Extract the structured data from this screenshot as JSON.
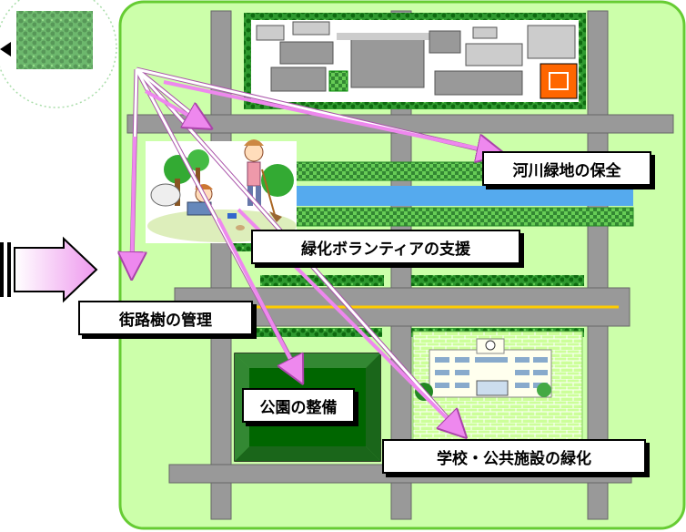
{
  "labels": {
    "river_green": "河川緑地の保全",
    "volunteer": "緑化ボランティアの支援",
    "street_trees": "街路樹の管理",
    "park": "公園の整備",
    "school": "学校・公共施設の緑化"
  },
  "colors": {
    "map_bg": "#ccffaa",
    "map_border": "#66cc33",
    "road": "#999999",
    "river": "#55aaee",
    "hedge": "#228822",
    "building": "#999999",
    "arrow": "#ee88ee",
    "school_wall": "#ccff99",
    "park": "#2a8a2a",
    "center_line": "#ffcc00"
  }
}
